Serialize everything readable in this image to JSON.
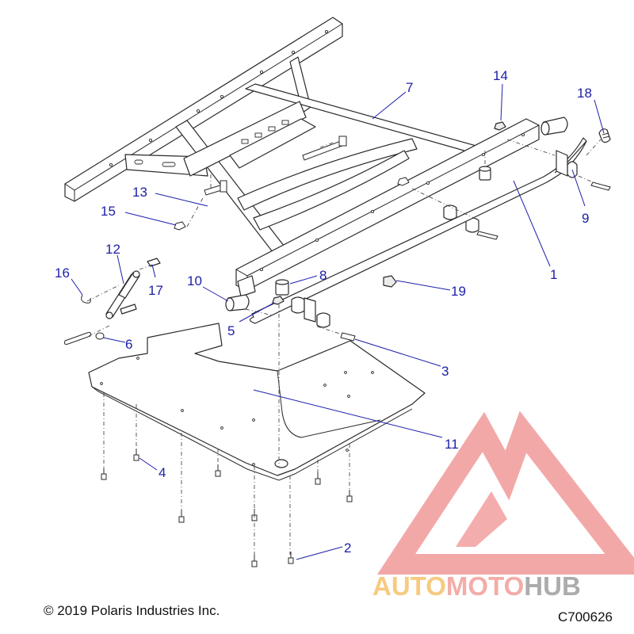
{
  "callouts": [
    {
      "id": "c1",
      "label": "1"
    },
    {
      "id": "c2",
      "label": "2"
    },
    {
      "id": "c3",
      "label": "3"
    },
    {
      "id": "c4",
      "label": "4"
    },
    {
      "id": "c5",
      "label": "5"
    },
    {
      "id": "c6",
      "label": "6"
    },
    {
      "id": "c7",
      "label": "7"
    },
    {
      "id": "c8",
      "label": "8"
    },
    {
      "id": "c9",
      "label": "9"
    },
    {
      "id": "c10",
      "label": "10"
    },
    {
      "id": "c11",
      "label": "11"
    },
    {
      "id": "c12",
      "label": "12"
    },
    {
      "id": "c13",
      "label": "13"
    },
    {
      "id": "c14",
      "label": "14"
    },
    {
      "id": "c15",
      "label": "15"
    },
    {
      "id": "c16",
      "label": "16"
    },
    {
      "id": "c17",
      "label": "17"
    },
    {
      "id": "c18",
      "label": "18"
    },
    {
      "id": "c19",
      "label": "19"
    }
  ],
  "footer": {
    "copyright": "© 2019 Polaris Industries Inc.",
    "diagram_code": "C700626"
  },
  "watermark": {
    "text_part1": "AUTO",
    "text_part2": "MOTO",
    "text_part3": "HUB",
    "color_part1": "#f5b44a",
    "color_part2": "#ee8a82",
    "color_part3": "#8a8a8a",
    "triangle_color": "#e85a5a"
  },
  "colors": {
    "callout": "#1d20a8",
    "line": "#2a2a2a"
  }
}
